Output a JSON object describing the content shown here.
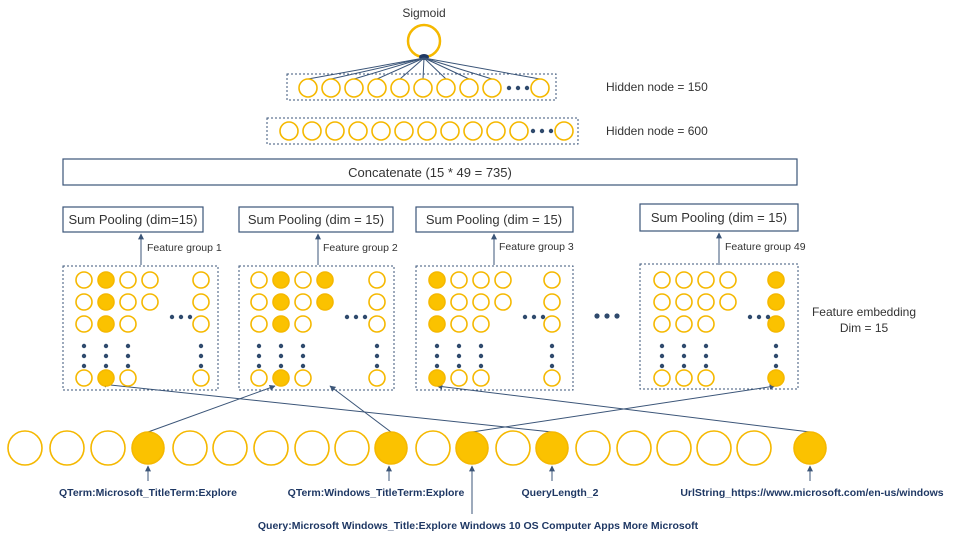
{
  "top_node": {
    "label": "Sigmoid"
  },
  "hidden_layers": [
    {
      "label": "Hidden node = 150"
    },
    {
      "label": "Hidden node = 600"
    }
  ],
  "concat_label": "Concatenate (15 * 49 = 735)",
  "groups": [
    {
      "pool_label": "Sum Pooling (dim=15)",
      "group_label": "Feature group 1"
    },
    {
      "pool_label": "Sum Pooling (dim = 15)",
      "group_label": "Feature group 2"
    },
    {
      "pool_label": "Sum Pooling (dim = 15)",
      "group_label": "Feature group 3"
    },
    {
      "pool_label": "Sum Pooling (dim = 15)",
      "group_label": "Feature group 49"
    }
  ],
  "embedding_label": {
    "line1": "Feature embedding",
    "line2": "Dim = 15"
  },
  "features": [
    "QTerm:Microsoft_TitleTerm:Explore",
    "QTerm:Windows_TitleTerm:Explore",
    "Query:Microsoft Windows_Title:Explore  Windows 10 OS Computer Apps More Microsoft",
    "QueryLength_2",
    "UrlString_https://www.microsoft.com/en-us/windows"
  ],
  "colors": {
    "node_border": "#f5b800",
    "node_fill": "#fbc200",
    "dots": "#2f4a6d",
    "lines": "#3b5578",
    "box_border": "#3b5578",
    "text": "#333333",
    "feature_text": "#1f3864"
  }
}
